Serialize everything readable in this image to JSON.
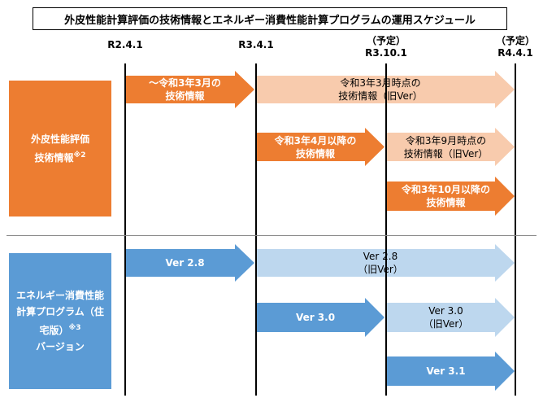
{
  "title": "外皮性能計算評価の技術情報とエネルギー消費性能計算プログラムの運用スケジュール",
  "dates": [
    {
      "note": "",
      "label": "R2.4.1"
    },
    {
      "note": "",
      "label": "R3.4.1"
    },
    {
      "note": "（予定）",
      "label": "R3.10.1"
    },
    {
      "note": "（予定）",
      "label": "R4.4.1"
    }
  ],
  "rows": {
    "envelope": {
      "label_line1": "外皮性能評価",
      "label_line2": "技術情報",
      "label_sup": "※2",
      "color": "#ed7d31"
    },
    "program": {
      "label_line1": "エネルギー消費性能",
      "label_line2": "計算プログラム（住",
      "label_line3": "宅版）",
      "label_sup": "※3",
      "label_line4": "バージョン",
      "color": "#5b9bd5"
    }
  },
  "arrows": [
    {
      "line1": "～令和3年3月の",
      "line2": "技術情報",
      "style": "dark-orange"
    },
    {
      "line1": "令和3年3月時点の",
      "line2": "技術情報（旧Ver）",
      "style": "light-orange"
    },
    {
      "line1": "令和3年4月以降の",
      "line2": "技術情報",
      "style": "dark-orange"
    },
    {
      "line1": "令和3年9月時点の",
      "line2": "技術情報（旧Ver）",
      "style": "light-orange"
    },
    {
      "line1": "令和3年10月以降の",
      "line2": "技術情報",
      "style": "dark-orange"
    },
    {
      "line1": "Ver 2.8",
      "line2": "",
      "style": "dark-blue"
    },
    {
      "line1": "Ver 2.8",
      "line2": "（旧Ver）",
      "style": "light-blue"
    },
    {
      "line1": "Ver 3.0",
      "line2": "",
      "style": "dark-blue"
    },
    {
      "line1": "Ver 3.0",
      "line2": "（旧Ver）",
      "style": "light-blue"
    },
    {
      "line1": "Ver 3.1",
      "line2": "",
      "style": "dark-blue"
    }
  ],
  "colors": {
    "dark-orange": "#ed7d31",
    "light-orange": "#f8cbad",
    "dark-blue": "#5b9bd5",
    "light-blue": "#bdd7ee"
  }
}
